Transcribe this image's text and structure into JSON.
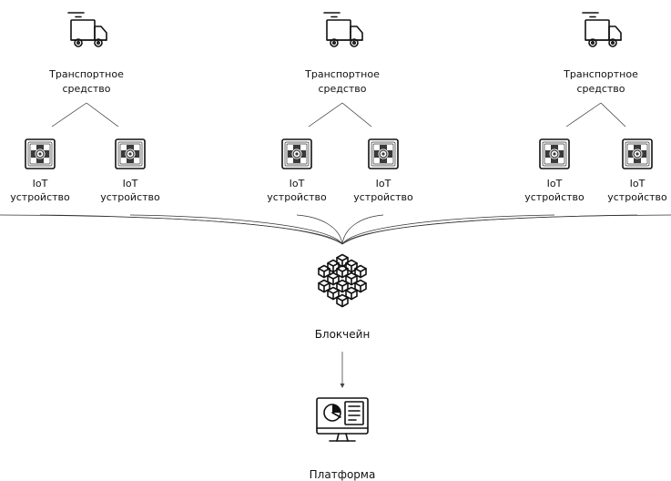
{
  "vehicles": [
    {
      "label_line1": "Транспортное",
      "label_line2": "средство",
      "devices": [
        {
          "line1": "IoT",
          "line2": "устройство"
        },
        {
          "line1": "IoT",
          "line2": "устройство"
        }
      ]
    },
    {
      "label_line1": "Транспортное",
      "label_line2": "средство",
      "devices": [
        {
          "line1": "IoT",
          "line2": "устройство"
        },
        {
          "line1": "IoT",
          "line2": "устройство"
        }
      ]
    },
    {
      "label_line1": "Транспортное",
      "label_line2": "средство",
      "devices": [
        {
          "line1": "IoT",
          "line2": "устройство"
        },
        {
          "line1": "IoT",
          "line2": "устройство"
        }
      ]
    }
  ],
  "blockchain": {
    "label": "Блокчейн",
    "icon": "blockchain-cubes-icon"
  },
  "platform": {
    "label": "Платформа",
    "icon": "monitor-dashboard-icon"
  },
  "icons": {
    "vehicle": "truck-icon",
    "device": "iot-chip-icon"
  },
  "colors": {
    "line": "#111111",
    "connector": "#333333",
    "background": "#ffffff"
  }
}
